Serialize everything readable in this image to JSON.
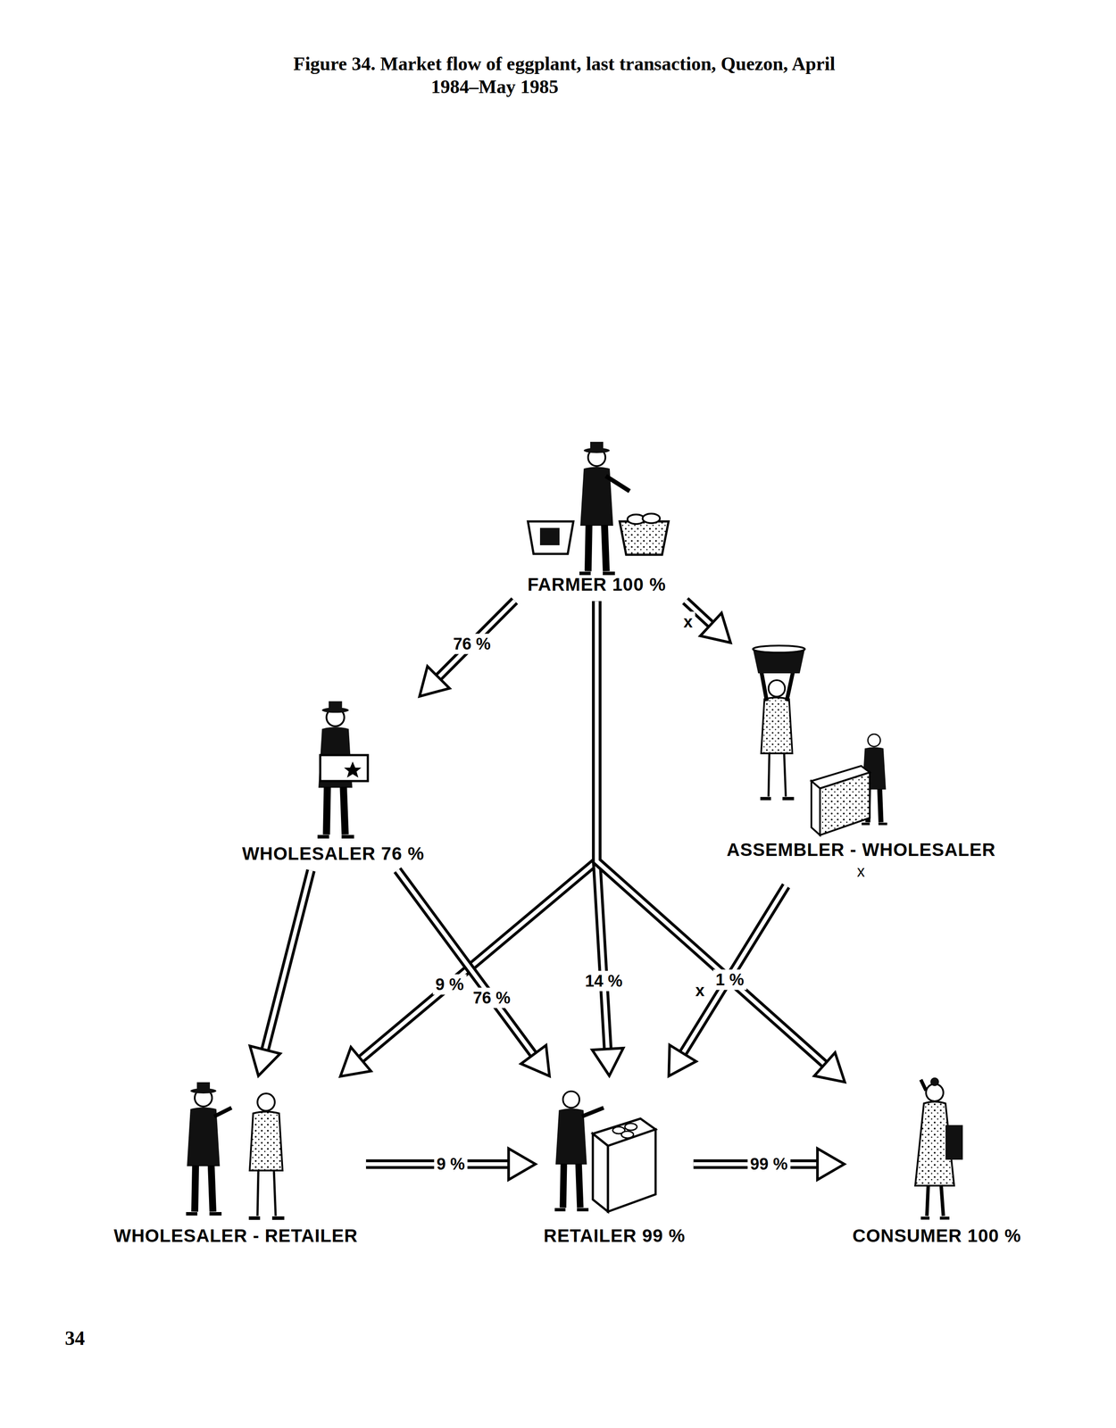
{
  "diagram": {
    "title": "Figure 34. Market flow of eggplant, last transaction, Quezon, April 1984–May 1985",
    "nodes": [
      {
        "text": [
          "FARMER 100 %"
        ]
      },
      {
        "text": [
          "WHOLESALER 76 %"
        ]
      },
      {
        "text": [
          "ASSEMBLER - WHOLESALER",
          "x"
        ]
      },
      {
        "text": [
          "WHOLESALER - RETAILER"
        ]
      },
      {
        "text": [
          "RETAILER 99 %"
        ]
      },
      {
        "text": [
          "CONSUMER 100 %"
        ]
      }
    ],
    "edges": [
      {
        "from": 0,
        "to": 1,
        "label": "76 %",
        "arrow": "to"
      },
      {
        "from": 0,
        "to": 2,
        "label": "x",
        "arrow": "to"
      },
      {
        "from": 0,
        "to": 3,
        "label": "9 %",
        "arrow": "to"
      },
      {
        "from": 0,
        "to": 4,
        "label": "14 %",
        "arrow": "to"
      },
      {
        "from": 0,
        "to": 5,
        "label": "1 %",
        "arrow": "to"
      },
      {
        "from": 1,
        "to": 3,
        "arrow": "to"
      },
      {
        "from": 1,
        "to": 4,
        "label": "76 %",
        "arrow": "to"
      },
      {
        "from": 2,
        "to": 4,
        "label": "x",
        "arrow": "to"
      },
      {
        "from": 3,
        "to": 4,
        "label": "9 %",
        "arrow": "to"
      },
      {
        "from": 4,
        "to": 5,
        "label": "99 %",
        "arrow": "to"
      }
    ],
    "labels": [
      "34"
    ]
  }
}
